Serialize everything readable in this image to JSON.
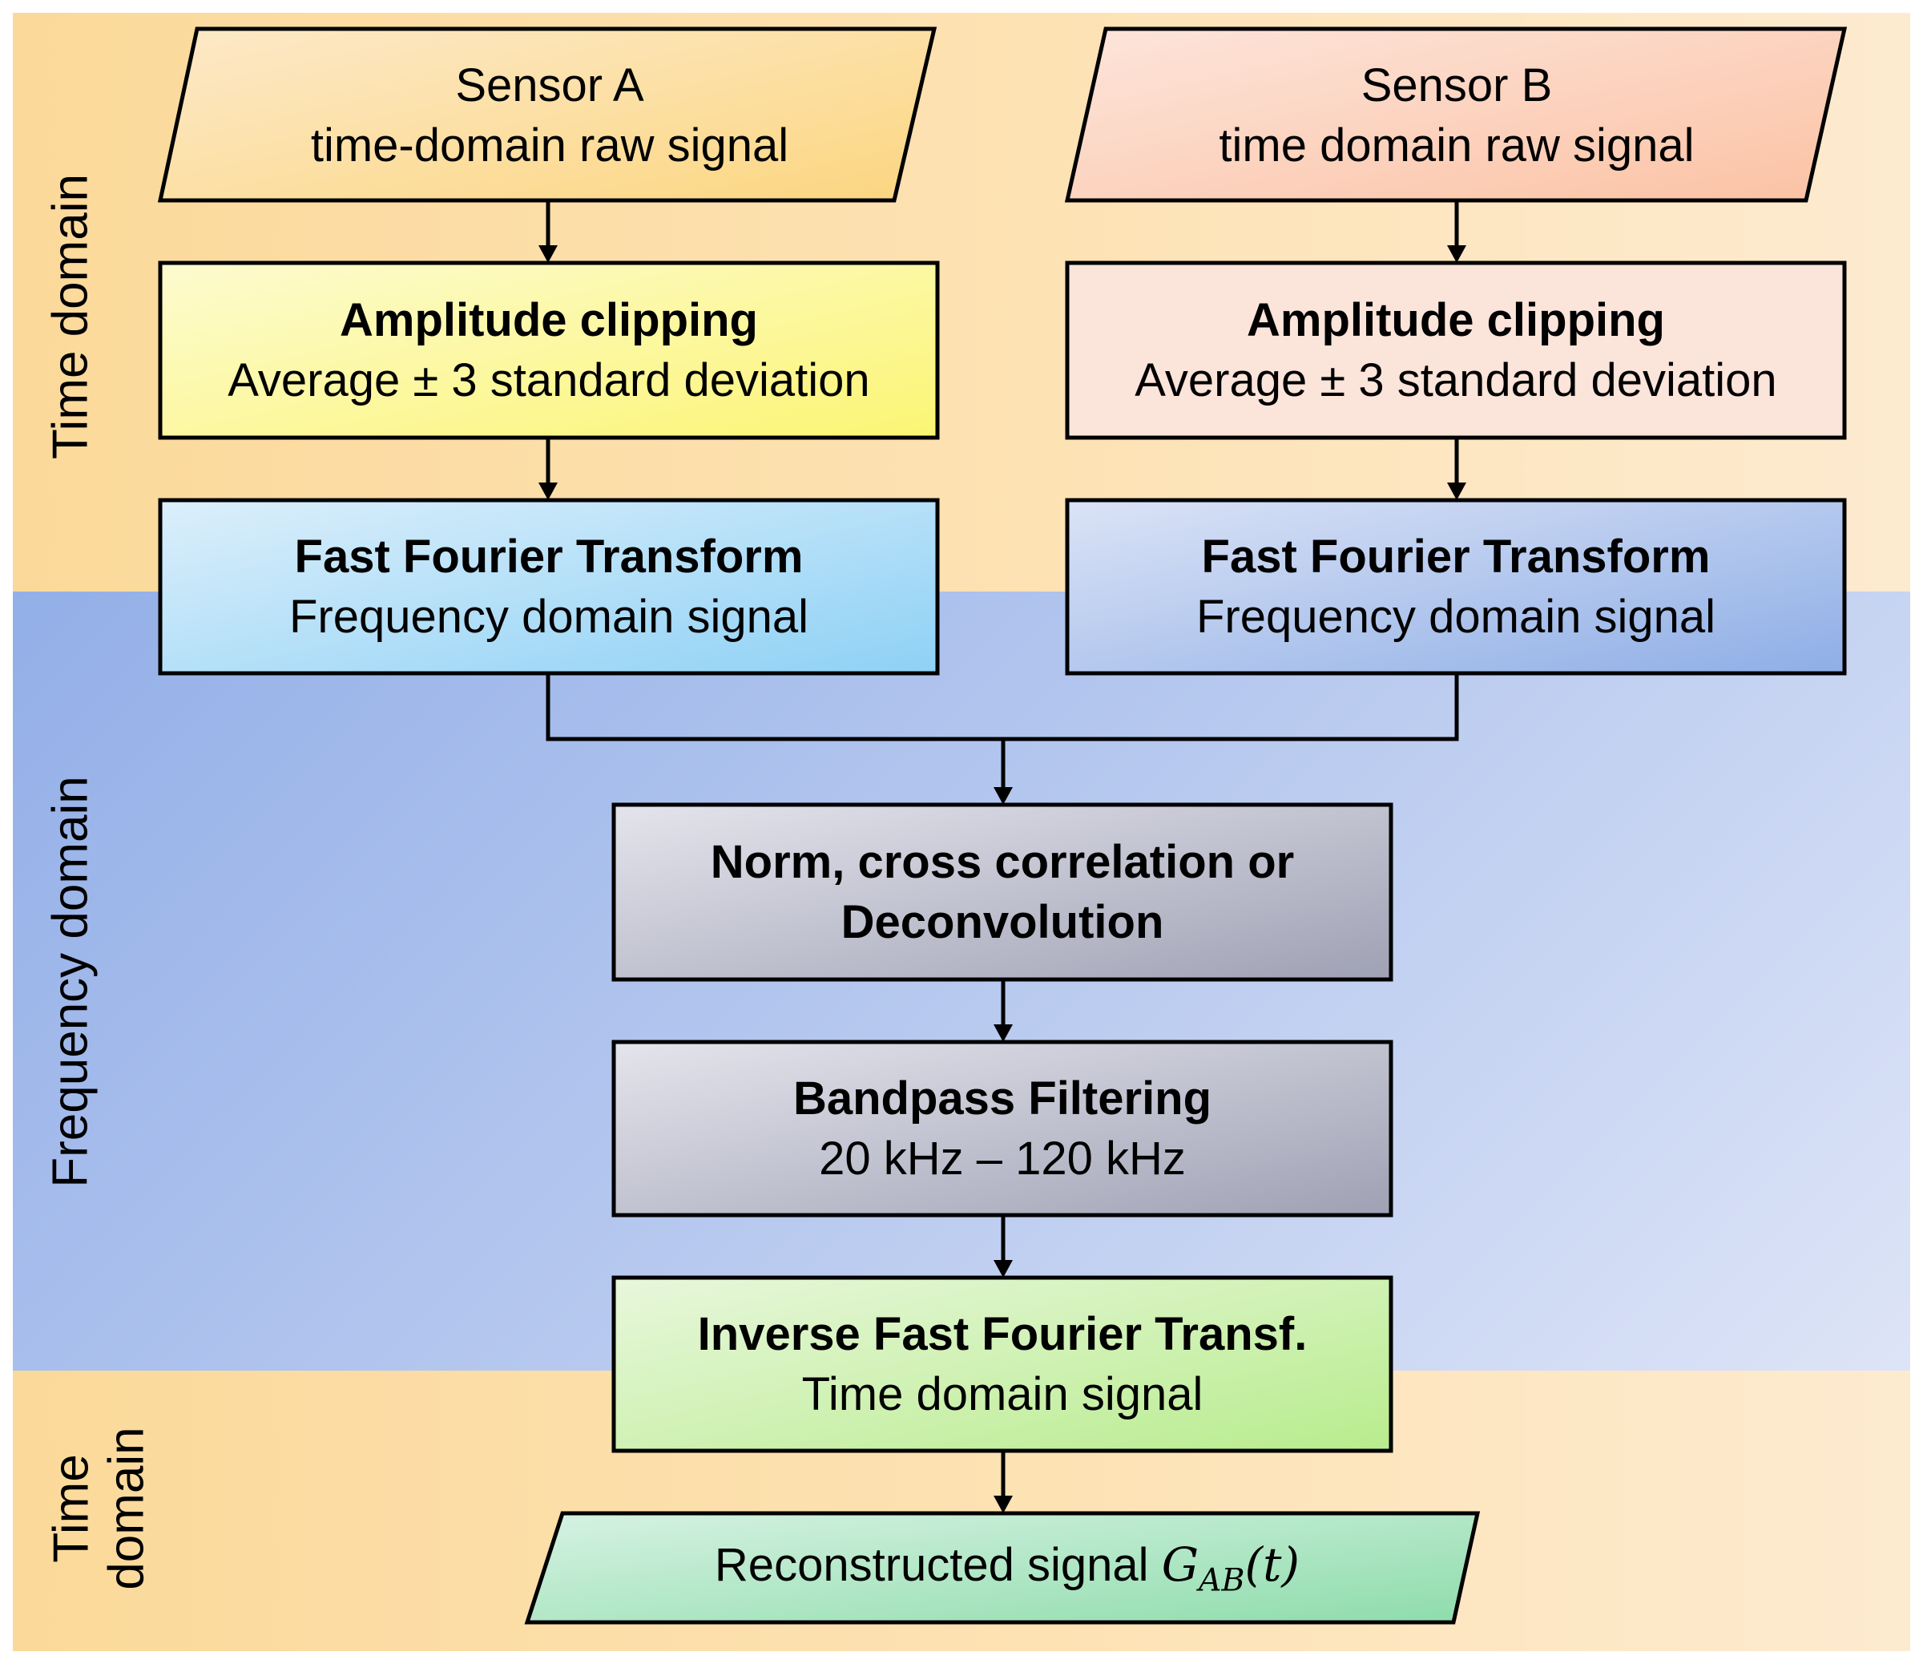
{
  "bands": {
    "top_label": "Time domain",
    "middle_label": "Frequency domain",
    "bottom_label_lines": [
      "Time",
      "domain"
    ]
  },
  "sensor_a": {
    "input": {
      "title": "Sensor A",
      "subtitle": "time-domain raw signal"
    },
    "clipping": {
      "title": "Amplitude clipping",
      "subtitle": "Average ± 3 standard deviation"
    },
    "fft": {
      "title": "Fast Fourier Transform",
      "subtitle": "Frequency domain signal"
    }
  },
  "sensor_b": {
    "input": {
      "title": "Sensor B",
      "subtitle": "time domain raw signal"
    },
    "clipping": {
      "title": "Amplitude clipping",
      "subtitle": "Average ± 3 standard deviation"
    },
    "fft": {
      "title": "Fast Fourier Transform",
      "subtitle": "Frequency domain signal"
    }
  },
  "correlation": {
    "line1": "Norm, cross correlation or",
    "line2": "Deconvolution"
  },
  "bandpass": {
    "title": "Bandpass Filtering",
    "subtitle": "20 kHz – 120 kHz"
  },
  "ifft": {
    "title": "Inverse Fast Fourier Transf.",
    "subtitle": "Time domain signal"
  },
  "output": {
    "text": "Reconstructed signal",
    "symbol": "G",
    "subscript": "AB",
    "argument": "(t)"
  },
  "colors": {
    "sensor_a_input": [
      "#fde9c9",
      "#fbd680"
    ],
    "sensor_b_input": [
      "#fde5db",
      "#fbc2a4"
    ],
    "clipping_a": [
      "#fdfbd0",
      "#fbf574"
    ],
    "clipping_b": [
      "#fbe4da",
      "#fbe4da"
    ],
    "fft_a": [
      "#dceffb",
      "#8ed1f5"
    ],
    "fft_b": [
      "#dbe3f6",
      "#8eaee6"
    ],
    "grey": [
      "#e4e4ec",
      "#9fa1b4"
    ],
    "ifft": [
      "#e8f7dc",
      "#b8ec8d"
    ],
    "output": [
      "#d6f2e2",
      "#8edcac"
    ]
  }
}
